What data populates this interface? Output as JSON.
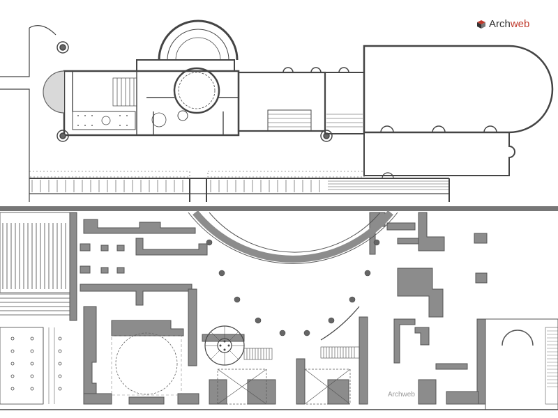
{
  "brand": {
    "name_part1": "Arch",
    "name_part2": "web"
  },
  "watermark": {
    "text": "Archweb"
  },
  "colors": {
    "wall_fill": "#8c8c8c",
    "wall_stroke": "#555555",
    "line": "#444444",
    "divider": "#777777",
    "brand_red": "#c0392b",
    "brand_dark": "#333333"
  },
  "icons": {
    "brand_logo": "cube-logo-icon"
  }
}
